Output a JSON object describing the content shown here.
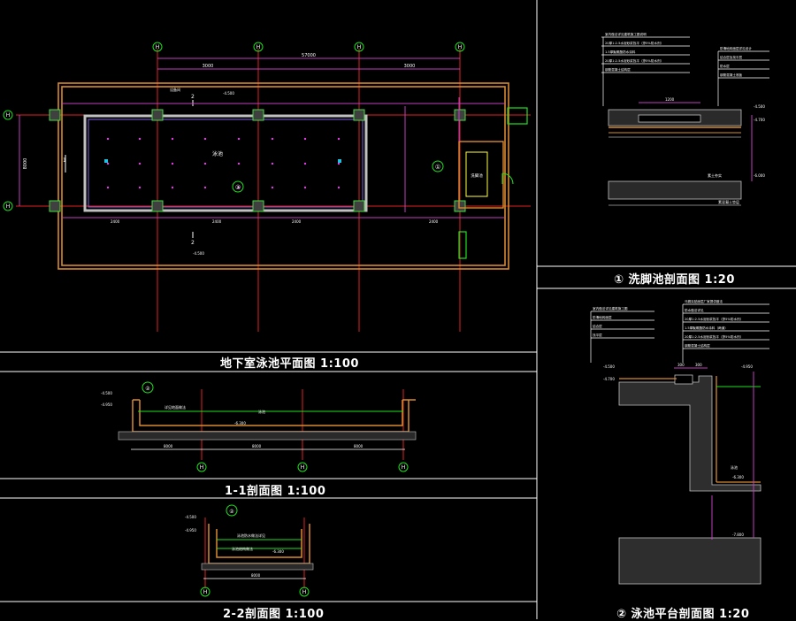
{
  "titles": {
    "plan": "地下室泳池平面图 1:100",
    "section_1_1": "1-1剖面图 1:100",
    "section_2_2": "2-2剖面图 1:100",
    "footbath_section": "① 洗脚池剖面图 1:20",
    "platform_section": "② 泳池平台剖面图 1:20"
  },
  "plan": {
    "axis_label": "H",
    "pool_label": "泳池",
    "footbath_label": "洗脚池",
    "section_marker_1": "1",
    "section_marker_2": "2",
    "callout_1": "①",
    "callout_2": "②",
    "dims_top": [
      "57000",
      "3000",
      "3000"
    ],
    "dim_left": "8000",
    "dims_bottom": [
      "2400",
      "2400",
      "2400",
      "2400"
    ],
    "level_top": "-4.500",
    "level_bottom": "-4.500",
    "room_note": "设备间"
  },
  "section_1_1": {
    "callout": "②",
    "level_top": "-4.500",
    "level_water": "-4.950",
    "level_bottom": "-6.300",
    "pool_label": "泳池",
    "note": "详见地面做法",
    "dims": [
      "8000",
      "8000",
      "8000"
    ],
    "axis_label": "H"
  },
  "section_2_2": {
    "callout": "②",
    "level_top": "-4.500",
    "level_water": "-4.950",
    "level_bottom": "-6.300",
    "note_1": "泳池防水做法详见",
    "note_2": "泳池结构做法",
    "dim": "8000",
    "axis_label": "H"
  },
  "footbath_section": {
    "notes_left": [
      "室内做法详见建筑施工图说明",
      "20厚1:2.5水泥砂浆找平（掺5%防水剂）",
      "1.5厚聚氨酯防水涂料",
      "20厚1:2.5水泥砂浆找平（掺5%防水剂）",
      "钢筋混凝土结构层"
    ],
    "notes_right": [
      "防滑地砖面层详见设计",
      "结合层及找平层",
      "防水层",
      "钢筋混凝土底板"
    ],
    "dim": "1200",
    "levels": [
      "-4.500",
      "-4.700",
      "-6.000"
    ],
    "label_soil": "素土夯实",
    "label_bottom": "素混凝土垫层"
  },
  "platform_section": {
    "notes_left": [
      "室内做法详见建筑施工图",
      "防滑地砖面层",
      "结合层",
      "找平层"
    ],
    "notes_right": [
      "马赛克贴面层厂家提供做法",
      "防水做法详见",
      "20厚1:2.5水泥砂浆找平（掺5%防水剂）",
      "1.5厚聚氨酯防水涂料（两道）",
      "20厚1:2.5水泥砂浆找平（掺5%防水剂）",
      "钢筋混凝土结构层"
    ],
    "levels": [
      "-4.500",
      "-4.700",
      "-4.950",
      "-6.300",
      "-7.800"
    ],
    "dims": [
      "300",
      "300"
    ],
    "pool_label": "泳池"
  }
}
